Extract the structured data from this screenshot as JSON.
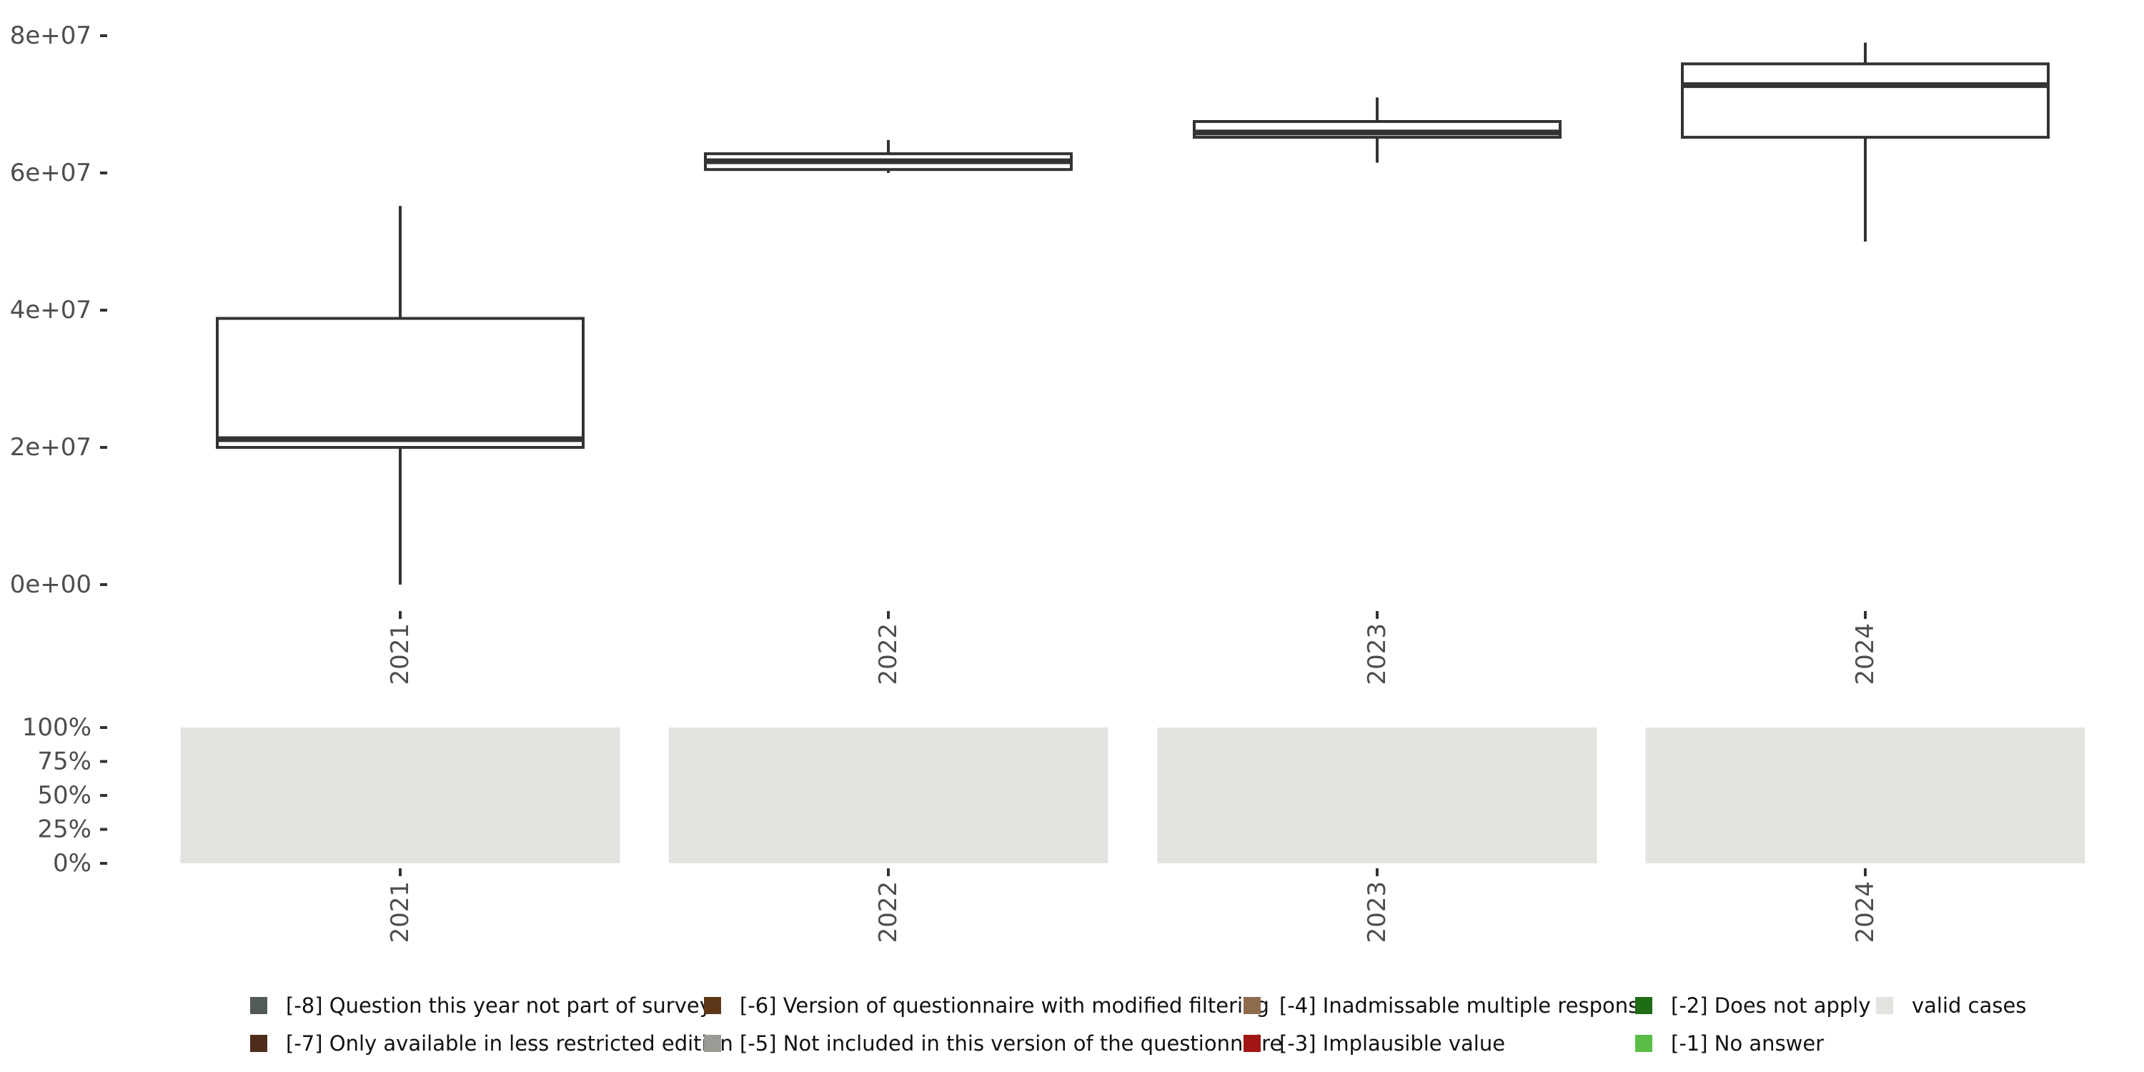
{
  "chart_data": [
    {
      "type": "box",
      "categories": [
        "2021",
        "2022",
        "2023",
        "2024"
      ],
      "y_ticks": [
        "0e+00",
        "2e+07",
        "4e+07",
        "6e+07",
        "8e+07"
      ],
      "y_tick_values": [
        0,
        20000000,
        40000000,
        60000000,
        80000000
      ],
      "ylim": [
        0,
        80000000
      ],
      "boxes": [
        {
          "x": "2021",
          "min": 0,
          "q1": 20000000,
          "median": 21200000,
          "q3": 38800000,
          "max": 55200000
        },
        {
          "x": "2022",
          "min": 60000000,
          "q1": 60500000,
          "median": 61700000,
          "q3": 62800000,
          "max": 64800000
        },
        {
          "x": "2023",
          "min": 61500000,
          "q1": 65200000,
          "median": 65900000,
          "q3": 67500000,
          "max": 71000000
        },
        {
          "x": "2024",
          "min": 50000000,
          "q1": 65200000,
          "median": 72800000,
          "q3": 75900000,
          "max": 79000000
        }
      ],
      "grid": false
    },
    {
      "type": "bar",
      "stacked": true,
      "categories": [
        "2021",
        "2022",
        "2023",
        "2024"
      ],
      "y_ticks": [
        "0%",
        "25%",
        "50%",
        "75%",
        "100%"
      ],
      "y_tick_values": [
        0,
        0.25,
        0.5,
        0.75,
        1
      ],
      "ylim": [
        0,
        1
      ],
      "series": [
        {
          "name": "valid cases",
          "values": [
            1,
            1,
            1,
            1
          ],
          "color": "#e1e4df"
        }
      ],
      "legend_position": "bottom",
      "legend": [
        {
          "label": "[-8] Question this year not part of survey",
          "color": "#525a57"
        },
        {
          "label": "[-7] Only available in less restricted edition",
          "color": "#4e2c1b"
        },
        {
          "label": "[-6] Version of questionnaire with modified filtering",
          "color": "#5c3718"
        },
        {
          "label": "[-5] Not included in this version of the questionnaire",
          "color": "#999b94"
        },
        {
          "label": "[-4] Inadmissable multiple response",
          "color": "#8f6b4e"
        },
        {
          "label": "[-3] Implausible value",
          "color": "#a21616"
        },
        {
          "label": "[-2] Does not apply",
          "color": "#1f6c17"
        },
        {
          "label": "[-1] No answer",
          "color": "#59bd48"
        },
        {
          "label": "valid cases",
          "color": "#e1e4df"
        }
      ]
    }
  ]
}
